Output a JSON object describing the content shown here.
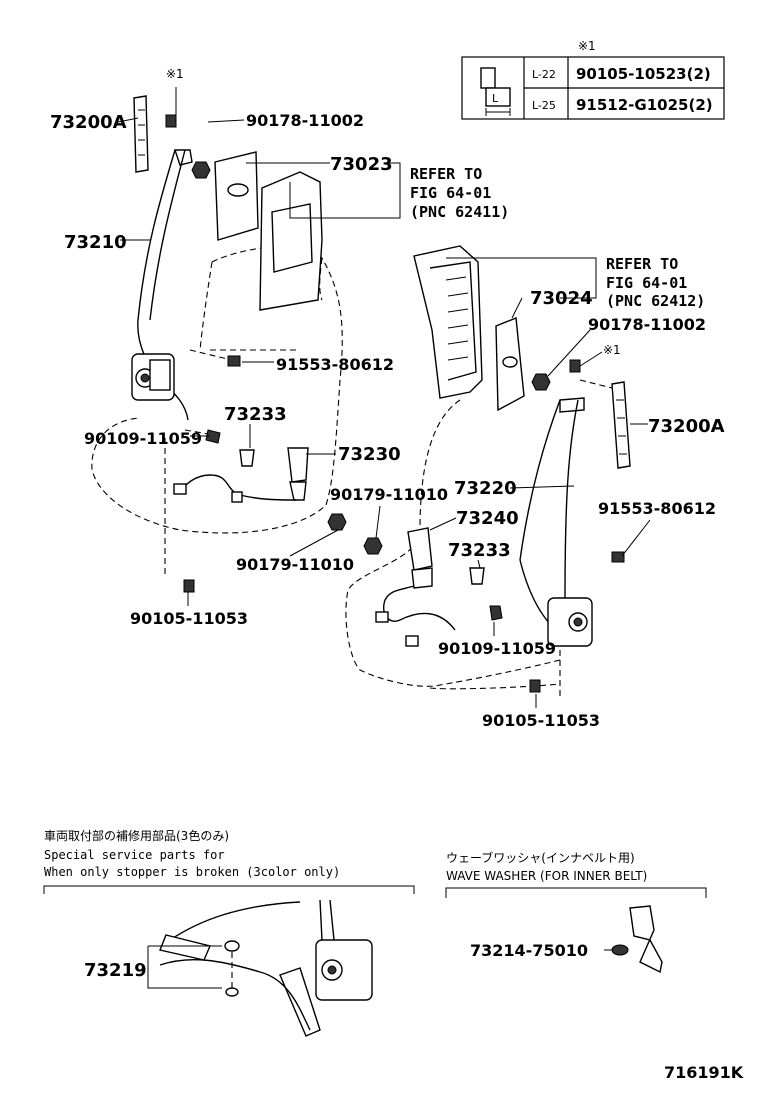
{
  "table": {
    "note_mark": "※1",
    "dim_label": "L",
    "rows": [
      {
        "length": "L-22",
        "part": "90105-10523(2)"
      },
      {
        "length": "L-25",
        "part": "91512-G1025(2)"
      }
    ]
  },
  "labels": {
    "p73200A_left": "73200A",
    "note_left": "※1",
    "p90178_left": "90178-11002",
    "p73023": "73023",
    "p73210": "73210",
    "p91553_left": "91553-80612",
    "p73233_left": "73233",
    "p90109_left": "90109-11059",
    "p73230": "73230",
    "p90179_left": "90179-11010",
    "p90105_left": "90105-11053",
    "p73024": "73024",
    "p90178_right": "90178-11002",
    "note_right": "※1",
    "p73200A_right": "73200A",
    "p90179_right": "90179-11010",
    "p73220": "73220",
    "p73240": "73240",
    "p91553_right": "91553-80612",
    "p73233_right": "73233",
    "p90109_right": "90109-11059",
    "p90105_right": "90105-11053"
  },
  "refer_left": [
    "REFER TO",
    "FIG 64-01",
    "(PNC 62411)"
  ],
  "refer_right": [
    "REFER TO",
    "FIG 64-01",
    "(PNC 62412)"
  ],
  "service": {
    "jp": "車両取付部の補修用部品(3色のみ)",
    "en1": "Special  service  parts  for",
    "en2": "When  only  stopper  is  broken  (3color  only)",
    "part": "73219"
  },
  "washer": {
    "jp": "ウェーブワッシャ(インナベルト用)",
    "en": "WAVE WASHER (FOR INNER BELT)",
    "part": "73214-75010"
  },
  "figure_id": "716191K"
}
